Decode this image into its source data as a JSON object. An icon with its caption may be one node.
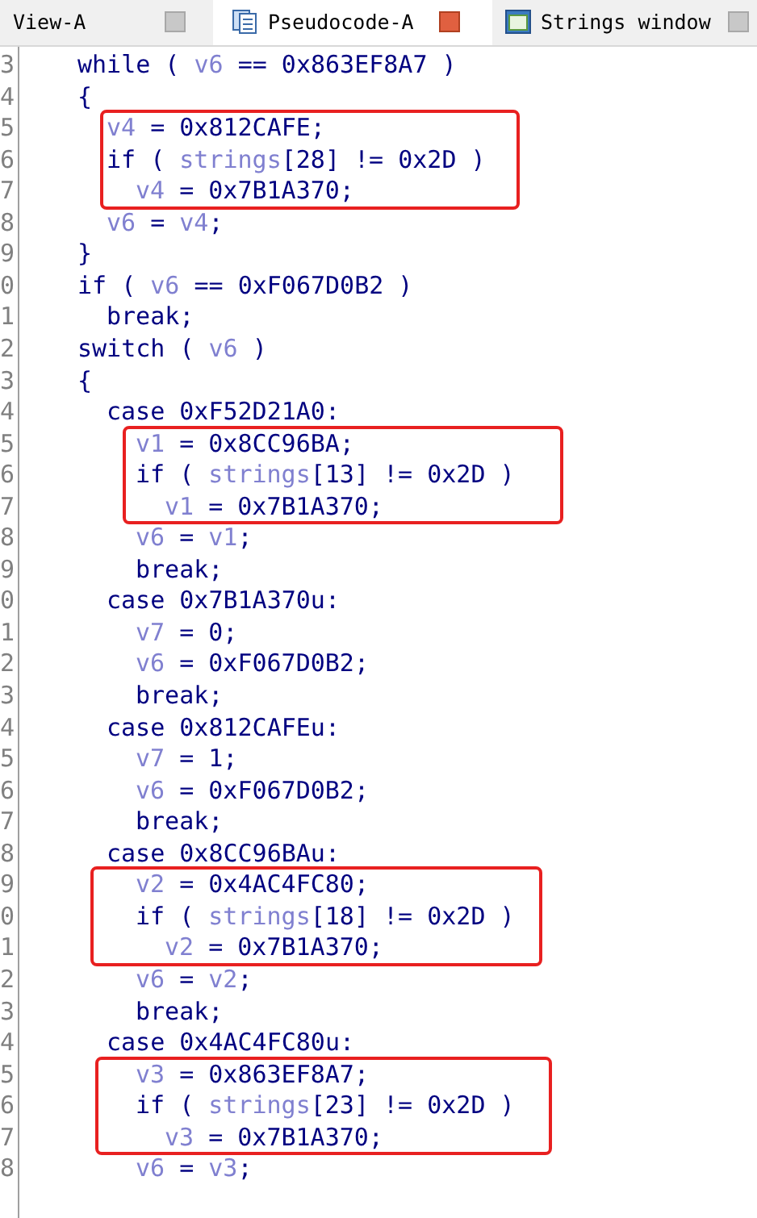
{
  "diagram": {
    "labels": [
      "View-A",
      "Pseudocode-A",
      "Strings window",
      "3",
      "while ( v6 == 0x863EF8A7 )",
      "4",
      "{",
      "5",
      "v4 = 0x812CAFE;",
      "6",
      "if ( strings[28] != 0x2D )",
      "7",
      "v4 = 0x7B1A370;",
      "8",
      "v6 = v4;",
      "9",
      "}",
      "0",
      "if ( v6 == 0xF067D0B2 )",
      "1",
      "break;",
      "2",
      "switch ( v6 )",
      "3",
      "{",
      "4",
      "case 0xF52D21A0:",
      "5",
      "v1 = 0x8CC96BA;",
      "6",
      "if ( strings[13] != 0x2D )",
      "7",
      "v1 = 0x7B1A370;",
      "8",
      "v6 = v1;",
      "9",
      "break;",
      "0",
      "case 0x7B1A370u:",
      "1",
      "v7 = 0;",
      "2",
      "v6 = 0xF067D0B2;",
      "3",
      "break;",
      "4",
      "case 0x812CAFEu:",
      "5",
      "v7 = 1;",
      "6",
      "v6 = 0xF067D0B2;",
      "7",
      "break;",
      "8",
      "case 0x8CC96BAu:",
      "9",
      "v2 = 0x4AC4FC80;",
      "0",
      "if ( strings[18] != 0x2D )",
      "1",
      "v2 = 0x7B1A370;",
      "2",
      "v6 = v2;",
      "3",
      "break;",
      "4",
      "case 0x4AC4FC80u:",
      "5",
      "v3 = 0x863EF8A7;",
      "6",
      "if ( strings[23] != 0x2D )",
      "7",
      "v3 = 0x7B1A370;",
      "8",
      "v6 = v3;"
    ]
  }
}
